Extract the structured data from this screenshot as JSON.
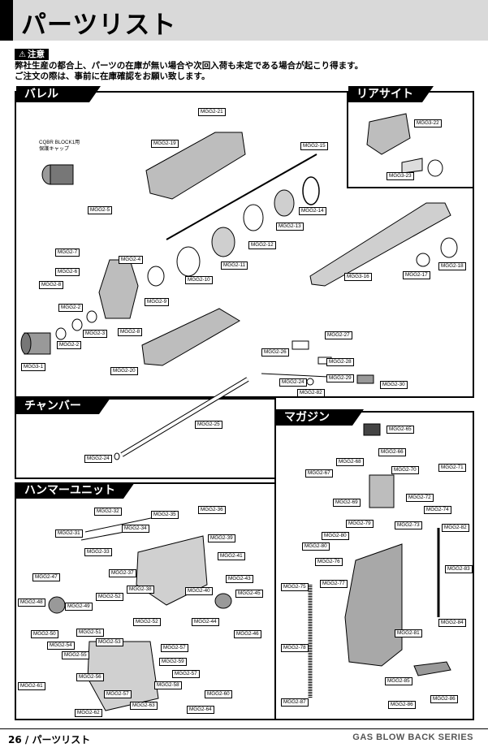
{
  "page_title": "パーツリスト",
  "notice": {
    "label": "注意",
    "line1": "弊社生産の都合上、パーツの在庫が無い場合や次回入荷も未定である場合が起こり得ます。",
    "line2": "ご注文の際は、事前に在庫確認をお願い致します。"
  },
  "sections": {
    "barrel": "バレル",
    "rear_sight": "リアサイト",
    "chamber": "チャンバー",
    "magazine": "マガジン",
    "hammer_unit": "ハンマーユニット"
  },
  "cqbr_note": {
    "line1": "CQBR BLOCK1用",
    "line2": "保護キャップ"
  },
  "labels": {
    "barrel": [
      "MGG2-21",
      "MGG2-19",
      "MGG2-15",
      "MGG2-5",
      "MGG2-14",
      "MGG2-13",
      "MGG2-12",
      "MGG2-7",
      "MGG2-4",
      "MGG2-11",
      "MGG2-6",
      "MGG2-10",
      "MGG2-8",
      "MGG2-9",
      "MGG2-2",
      "MGG2-3",
      "MGG2-2",
      "MGG3-1",
      "MGG2-8",
      "MGG2-20",
      "MGG3-16",
      "MGG2-17",
      "MGG2-18",
      "MGG2-27",
      "MGG2-26",
      "MGG2-28",
      "MGG2-24",
      "MGG2-29",
      "MGG2-82",
      "MGG2-30"
    ],
    "rear": [
      "MGG3-22",
      "MGG3-23"
    ],
    "chamber": [
      "MGG2-25",
      "MGG2-24"
    ],
    "magazine": [
      "MGG2-65",
      "MGG2-66",
      "MGG2-68",
      "MGG2-67",
      "MGG2-70",
      "MGG2-71",
      "MGG2-69",
      "MGG2-72",
      "MGG2-74",
      "MGG2-79",
      "MGG2-73",
      "MGG2-82",
      "MGG2-80",
      "MGG2-80",
      "MGG2-76",
      "MGG2-75",
      "MGG2-77",
      "MGG2-83",
      "MGG2-84",
      "MGG2-81",
      "MGG2-78",
      "MGG2-85",
      "MGG2-87",
      "MGG2-86",
      "MGG2-86"
    ],
    "hammer": [
      "MGG2-32",
      "MGG2-35",
      "MGG2-36",
      "MGG2-31",
      "MGG2-34",
      "MGG2-39",
      "MGG2-33",
      "MGG2-41",
      "MGG2-37",
      "MGG2-43",
      "MGG2-47",
      "MGG2-38",
      "MGG2-40",
      "MGG2-45",
      "MGG2-48",
      "MGG2-49",
      "MGG2-52",
      "MGG2-44",
      "MGG2-46",
      "MGG2-50",
      "MGG2-51",
      "MGG2-52",
      "MGG2-54",
      "MGG2-53",
      "MGG2-59",
      "MGG2-55",
      "MGG2-57",
      "MGG2-56",
      "MGG2-57",
      "MGG2-61",
      "MGG2-58",
      "MGG2-57",
      "MGG2-60",
      "MGG2-62",
      "MGG2-63",
      "MGG2-64"
    ]
  },
  "footer": {
    "page": "26 / パーツリスト",
    "series": "GAS BLOW BACK SERIES"
  }
}
